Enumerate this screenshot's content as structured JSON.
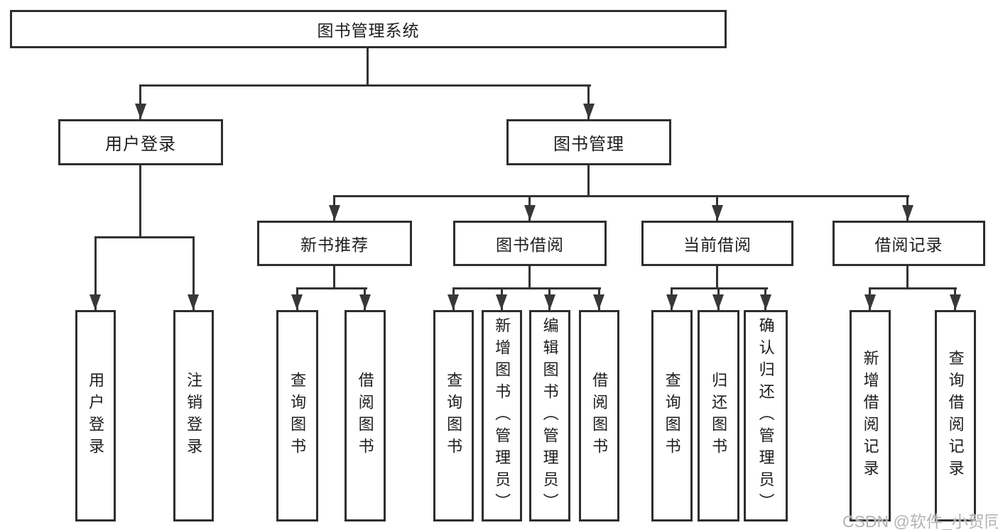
{
  "colors": {
    "background": "#ffffff",
    "box_border": "#2e2e2e",
    "connector_line": "#333333",
    "text": "#1d1d1d",
    "watermark": "#b3b3b3"
  },
  "tree": {
    "root": "图书管理系统",
    "children": [
      {
        "label": "用户登录",
        "children": [
          "用户登录",
          "注销登录"
        ]
      },
      {
        "label": "图书管理",
        "children": [
          {
            "label": "新书推荐",
            "children": [
              "查询图书",
              "借阅图书"
            ]
          },
          {
            "label": "图书借阅",
            "children": [
              "查询图书",
              "新增图书（管理员）",
              "编辑图书（管理员）",
              "借阅图书"
            ]
          },
          {
            "label": "当前借阅",
            "children": [
              "查询图书",
              "归还图书",
              "确认归还（管理员）"
            ]
          },
          {
            "label": "借阅记录",
            "children": [
              "新增借阅记录",
              "查询借阅记录"
            ]
          }
        ]
      }
    ]
  },
  "watermark": "CSDN @软件_小贺同学"
}
